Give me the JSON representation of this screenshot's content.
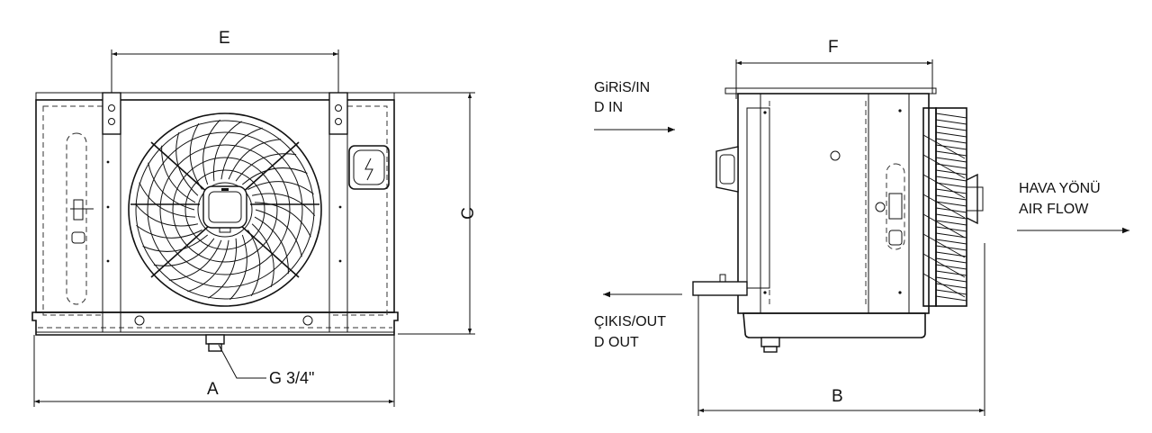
{
  "dimensions": {
    "a": "A",
    "b": "B",
    "c": "C",
    "e": "E",
    "f": "F",
    "g": "G  3/4\""
  },
  "flow_labels": {
    "inlet_line1": "GiRiS/IN",
    "inlet_line2": "D IN",
    "outlet_line1": "ÇIKIS/OUT",
    "outlet_line2": "D OUT",
    "air_line1": "HAVA YÖNÜ",
    "air_line2": "AIR FLOW"
  },
  "colors": {
    "line": "#111111",
    "background": "#ffffff"
  }
}
